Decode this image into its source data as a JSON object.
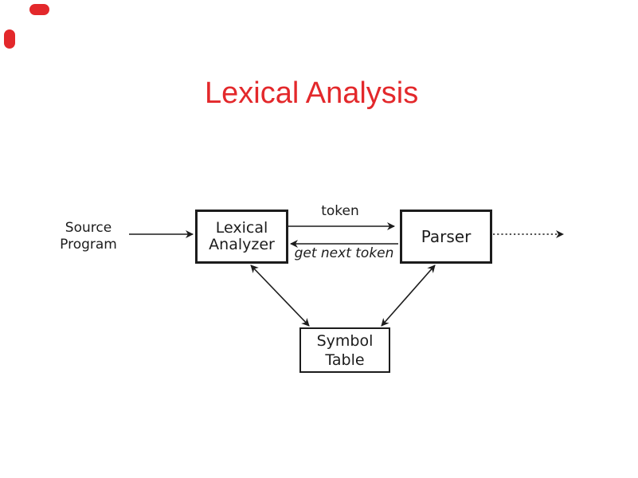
{
  "colors": {
    "red": "#e3282b",
    "ink": "#1c1c1c",
    "background": "#ffffff"
  },
  "title": {
    "text": "Lexical Analysis"
  },
  "diagram": {
    "nodes": [
      {
        "id": "lexical-analyzer",
        "label": "Lexical\nAnalyzer"
      },
      {
        "id": "parser",
        "label": "Parser"
      },
      {
        "id": "symbol-table",
        "label": "Symbol\nTable"
      }
    ],
    "labels": {
      "source_program": "Source\nProgram",
      "token": "token",
      "get_next_token": "get next token"
    },
    "edges": [
      {
        "from": "source-program",
        "to": "lexical-analyzer",
        "style": "solid",
        "direction": "forward"
      },
      {
        "from": "lexical-analyzer",
        "to": "parser",
        "style": "solid",
        "direction": "forward",
        "label": "token"
      },
      {
        "from": "parser",
        "to": "lexical-analyzer",
        "style": "solid",
        "direction": "forward",
        "label": "get next token"
      },
      {
        "from": "parser",
        "to": "output",
        "style": "dotted",
        "direction": "forward"
      },
      {
        "from": "lexical-analyzer",
        "to": "symbol-table",
        "style": "solid",
        "direction": "both"
      },
      {
        "from": "parser",
        "to": "symbol-table",
        "style": "solid",
        "direction": "both"
      }
    ]
  }
}
